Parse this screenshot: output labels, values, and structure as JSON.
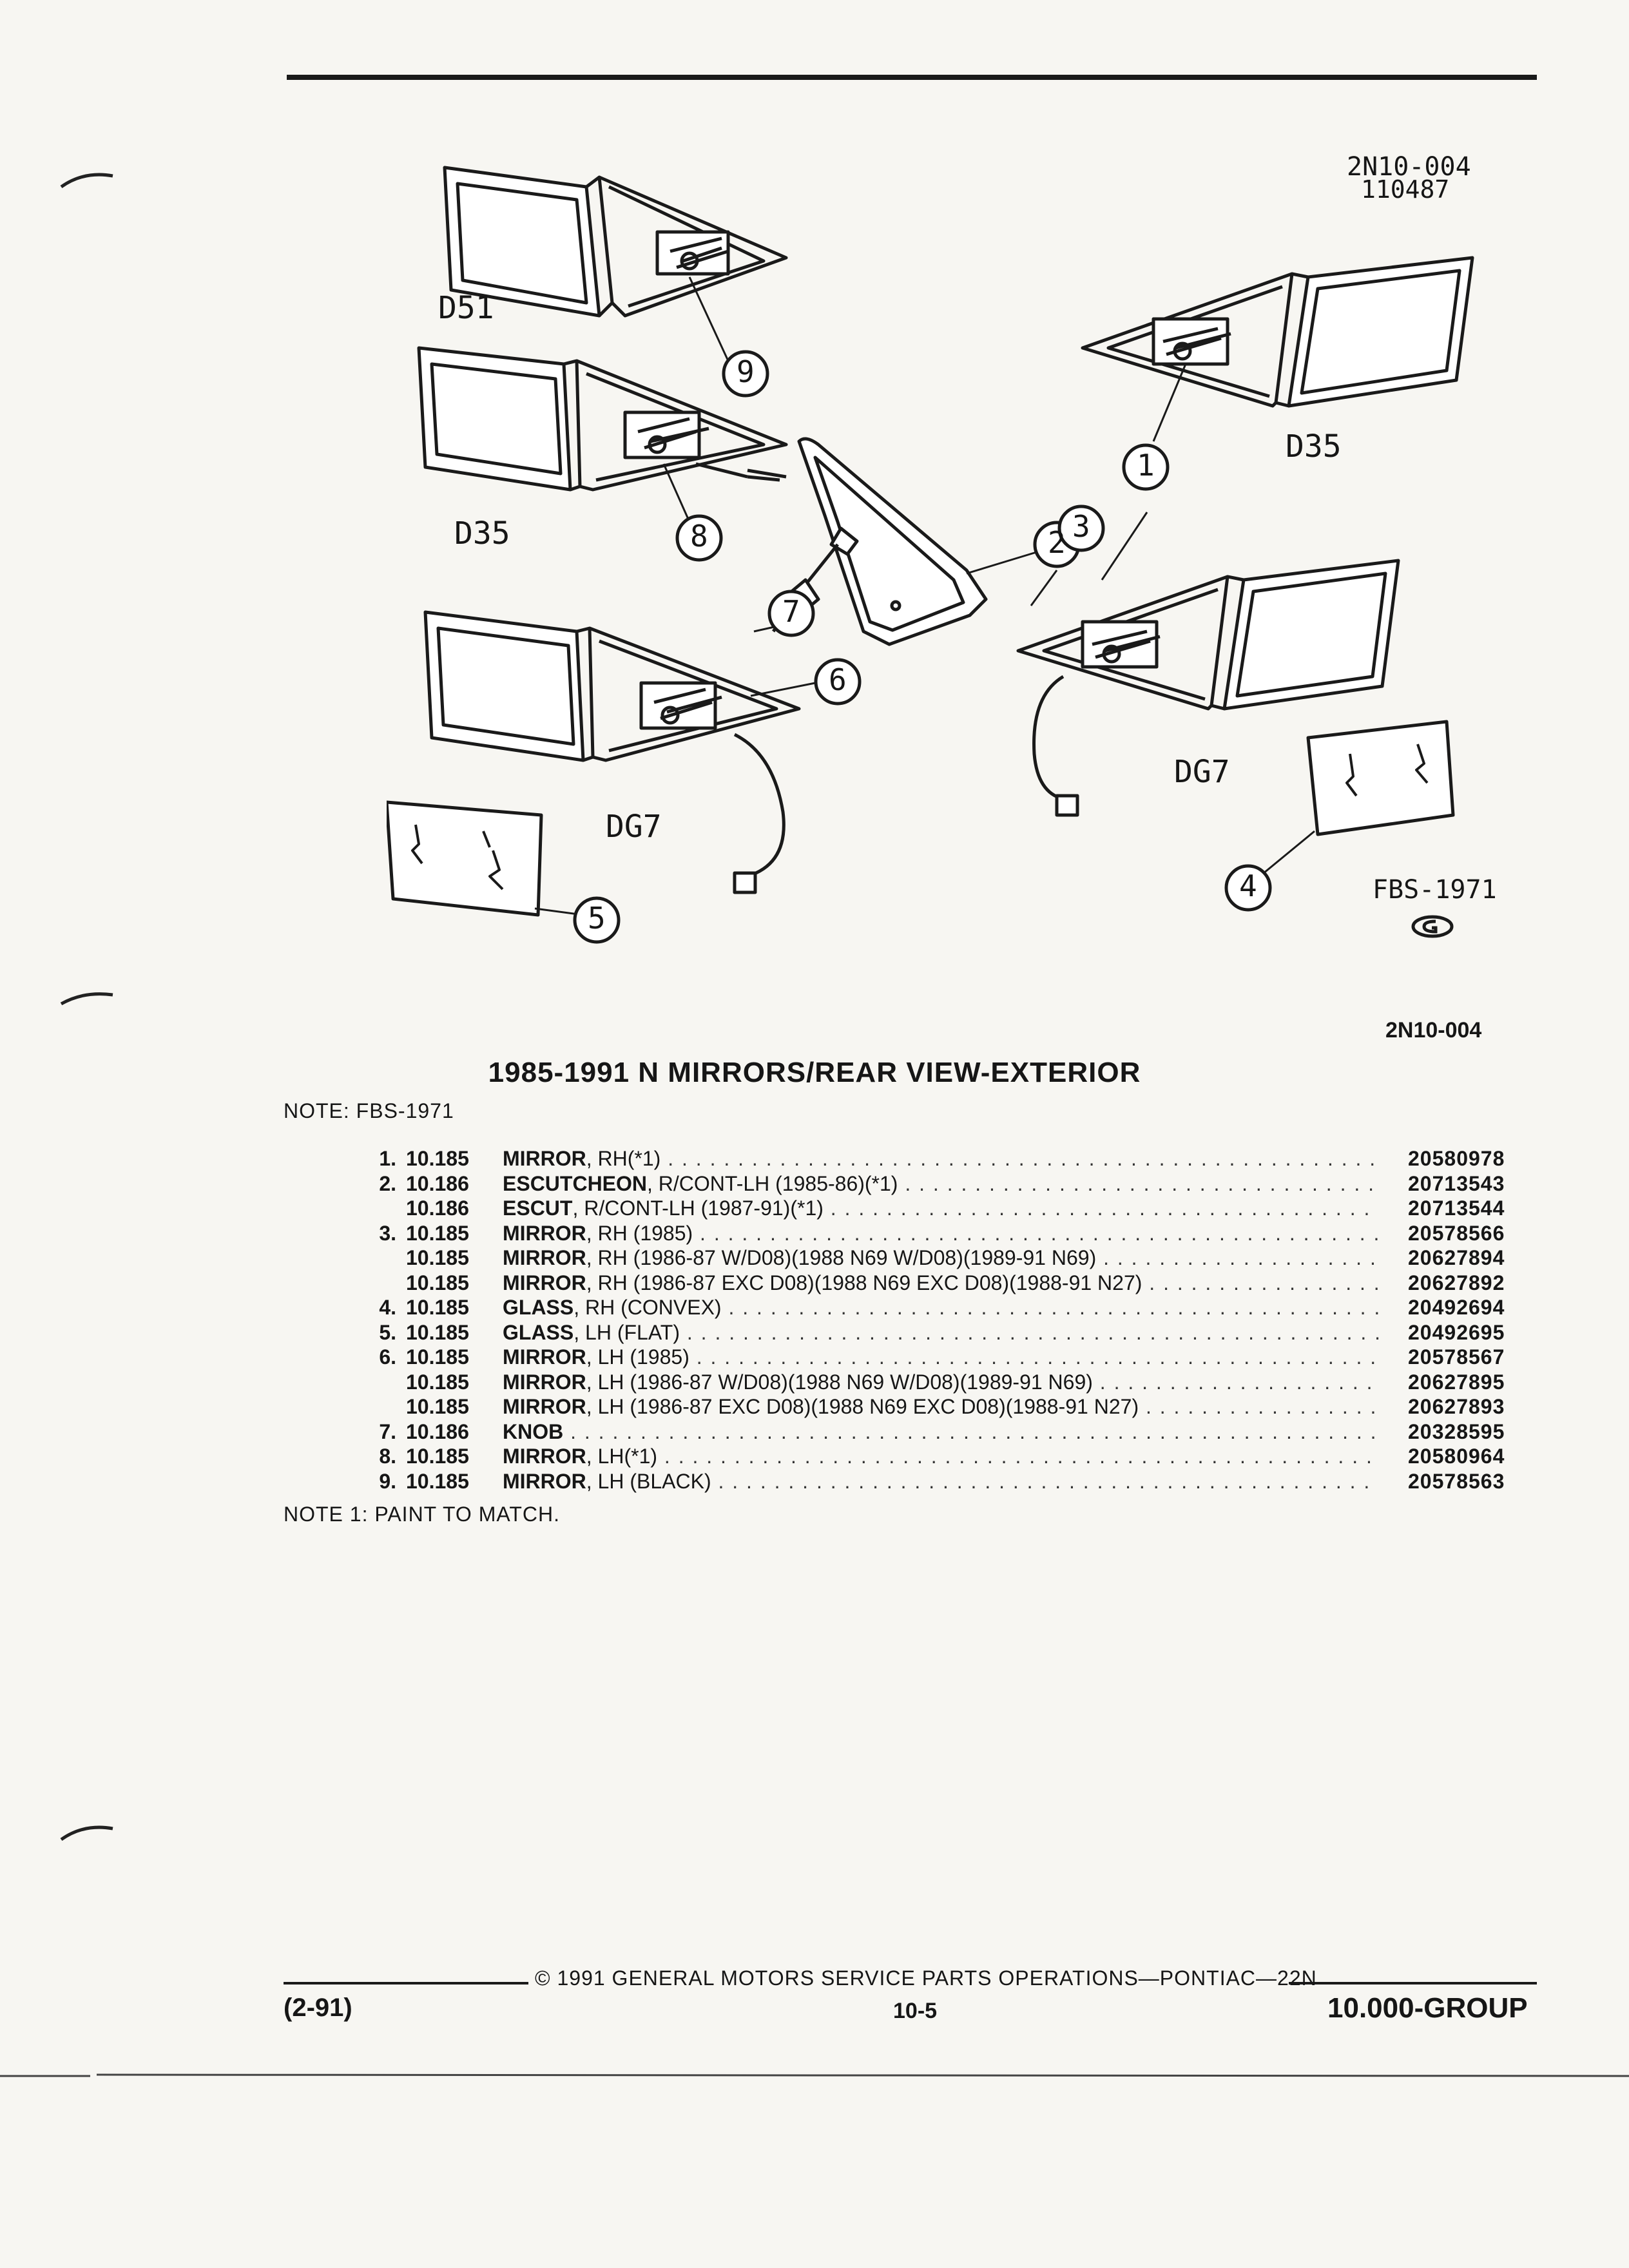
{
  "header": {
    "code_top": "2N10-004",
    "code_date": "110487",
    "code_right": "2N10-004"
  },
  "diagram": {
    "labels": {
      "d51": "D51",
      "d35_left": "D35",
      "d35_right": "D35",
      "dg7_left": "DG7",
      "dg7_right": "DG7",
      "fbs": "FBS-1971"
    },
    "callouts": [
      "1",
      "2",
      "3",
      "4",
      "5",
      "6",
      "7",
      "8",
      "9"
    ]
  },
  "title": "1985-1991 N MIRRORS/REAR VIEW-EXTERIOR",
  "note_top": "NOTE:  FBS-1971",
  "parts": [
    {
      "num": "1.",
      "group": "10.185",
      "name": "MIRROR",
      "detail": ", RH(*1)",
      "part": "20580978"
    },
    {
      "num": "2.",
      "group": "10.186",
      "name": "ESCUTCHEON",
      "detail": ", R/CONT-LH (1985-86)(*1)",
      "part": "20713543"
    },
    {
      "num": "",
      "group": "10.186",
      "name": "ESCUT",
      "detail": ", R/CONT-LH (1987-91)(*1)",
      "part": "20713544"
    },
    {
      "num": "3.",
      "group": "10.185",
      "name": "MIRROR",
      "detail": ", RH (1985)",
      "part": "20578566"
    },
    {
      "num": "",
      "group": "10.185",
      "name": "MIRROR",
      "detail": ", RH (1986-87 W/D08)(1988 N69 W/D08)(1989-91 N69)",
      "part": "20627894"
    },
    {
      "num": "",
      "group": "10.185",
      "name": "MIRROR",
      "detail": ", RH (1986-87 EXC D08)(1988 N69 EXC D08)(1988-91 N27)",
      "part": "20627892"
    },
    {
      "num": "4.",
      "group": "10.185",
      "name": "GLASS",
      "detail": ", RH (CONVEX)",
      "part": "20492694"
    },
    {
      "num": "5.",
      "group": "10.185",
      "name": "GLASS",
      "detail": ", LH (FLAT)",
      "part": "20492695"
    },
    {
      "num": "6.",
      "group": "10.185",
      "name": "MIRROR",
      "detail": ", LH (1985)",
      "part": "20578567"
    },
    {
      "num": "",
      "group": "10.185",
      "name": "MIRROR",
      "detail": ", LH (1986-87 W/D08)(1988 N69 W/D08)(1989-91 N69)",
      "part": "20627895"
    },
    {
      "num": "",
      "group": "10.185",
      "name": "MIRROR",
      "detail": ", LH (1986-87 EXC D08)(1988 N69 EXC D08)(1988-91 N27)",
      "part": "20627893"
    },
    {
      "num": "7.",
      "group": "10.186",
      "name": "KNOB",
      "detail": "",
      "part": "20328595"
    },
    {
      "num": "8.",
      "group": "10.185",
      "name": "MIRROR",
      "detail": ", LH(*1)",
      "part": "20580964"
    },
    {
      "num": "9.",
      "group": "10.185",
      "name": "MIRROR",
      "detail": ", LH (BLACK)",
      "part": "20578563"
    }
  ],
  "note_bottom": "NOTE  1:  PAINT TO MATCH.",
  "footer": {
    "copyright": "©  1991  GENERAL MOTORS SERVICE PARTS OPERATIONS—PONTIAC—22N",
    "date": "(2-91)",
    "page": "10-5",
    "group": "10.000-GROUP"
  }
}
